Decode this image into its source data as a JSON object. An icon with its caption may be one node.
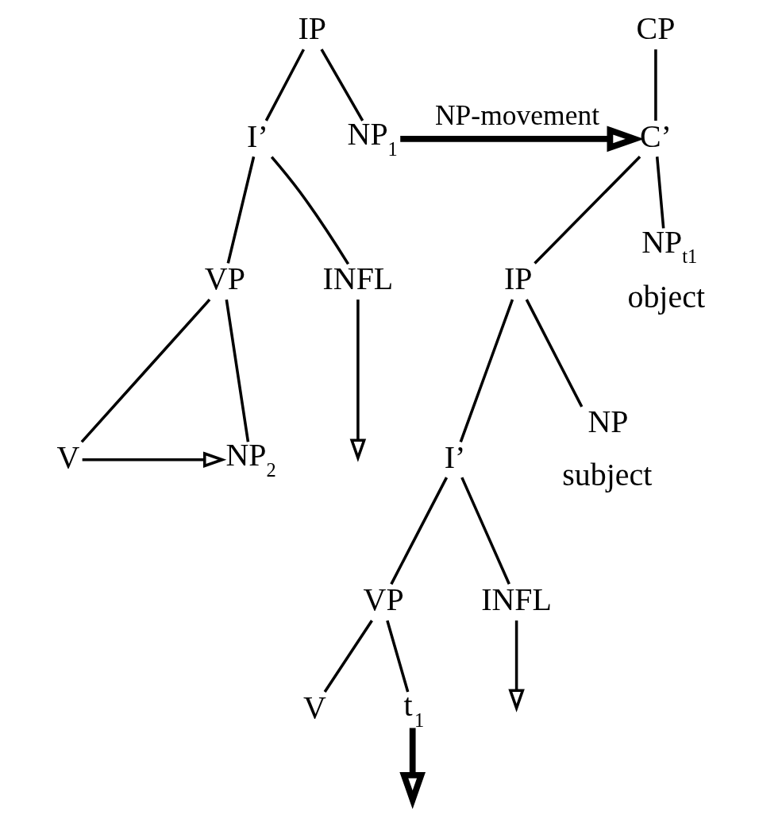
{
  "diagram": {
    "nodes": [
      {
        "text": [
          "IP"
        ]
      },
      {
        "text": [
          "I’"
        ]
      },
      {
        "text": [
          "NP$_{1}$"
        ]
      },
      {
        "text": [
          "VP"
        ]
      },
      {
        "text": [
          "INFL"
        ]
      },
      {
        "text": [
          "V"
        ]
      },
      {
        "text": [
          "NP$_{2}$"
        ]
      },
      {
        "text": [
          "CP"
        ]
      },
      {
        "text": [
          "C’"
        ]
      },
      {
        "text": [
          "IP"
        ]
      },
      {
        "text": [
          "NP$_{t1}$"
        ],
        "beside": [
          "object"
        ]
      },
      {
        "text": [
          "I’"
        ]
      },
      {
        "text": [
          "NP"
        ],
        "beside": [
          "subject"
        ]
      },
      {
        "text": [
          "VP"
        ]
      },
      {
        "text": [
          "INFL"
        ]
      },
      {
        "text": [
          "V"
        ]
      },
      {
        "text": [
          "t$_{1}$"
        ]
      }
    ],
    "edges": [
      {
        "from": 0,
        "to": 1,
        "arrow": "none"
      },
      {
        "from": 0,
        "to": 2,
        "arrow": "none"
      },
      {
        "from": 1,
        "to": 3,
        "arrow": "none"
      },
      {
        "from": 1,
        "to": 4,
        "arrow": "none"
      },
      {
        "from": 3,
        "to": 5,
        "arrow": "none"
      },
      {
        "from": 3,
        "to": 6,
        "arrow": "none"
      },
      {
        "from": 5,
        "to": 6,
        "arrow": "to"
      },
      {
        "from": 4,
        "to": null,
        "arrow": "to"
      },
      {
        "from": 2,
        "to": 8,
        "arrow": "to",
        "style": "thick",
        "label": "NP-movement"
      },
      {
        "from": 7,
        "to": 8,
        "arrow": "none"
      },
      {
        "from": 8,
        "to": 9,
        "arrow": "none"
      },
      {
        "from": 8,
        "to": 10,
        "arrow": "none"
      },
      {
        "from": 9,
        "to": 11,
        "arrow": "none"
      },
      {
        "from": 9,
        "to": 12,
        "arrow": "none"
      },
      {
        "from": 11,
        "to": 13,
        "arrow": "none"
      },
      {
        "from": 11,
        "to": 14,
        "arrow": "none"
      },
      {
        "from": 13,
        "to": 15,
        "arrow": "none"
      },
      {
        "from": 13,
        "to": 16,
        "arrow": "none"
      },
      {
        "from": 14,
        "to": null,
        "arrow": "to"
      },
      {
        "from": 16,
        "to": null,
        "arrow": "to",
        "style": "thick"
      }
    ]
  }
}
